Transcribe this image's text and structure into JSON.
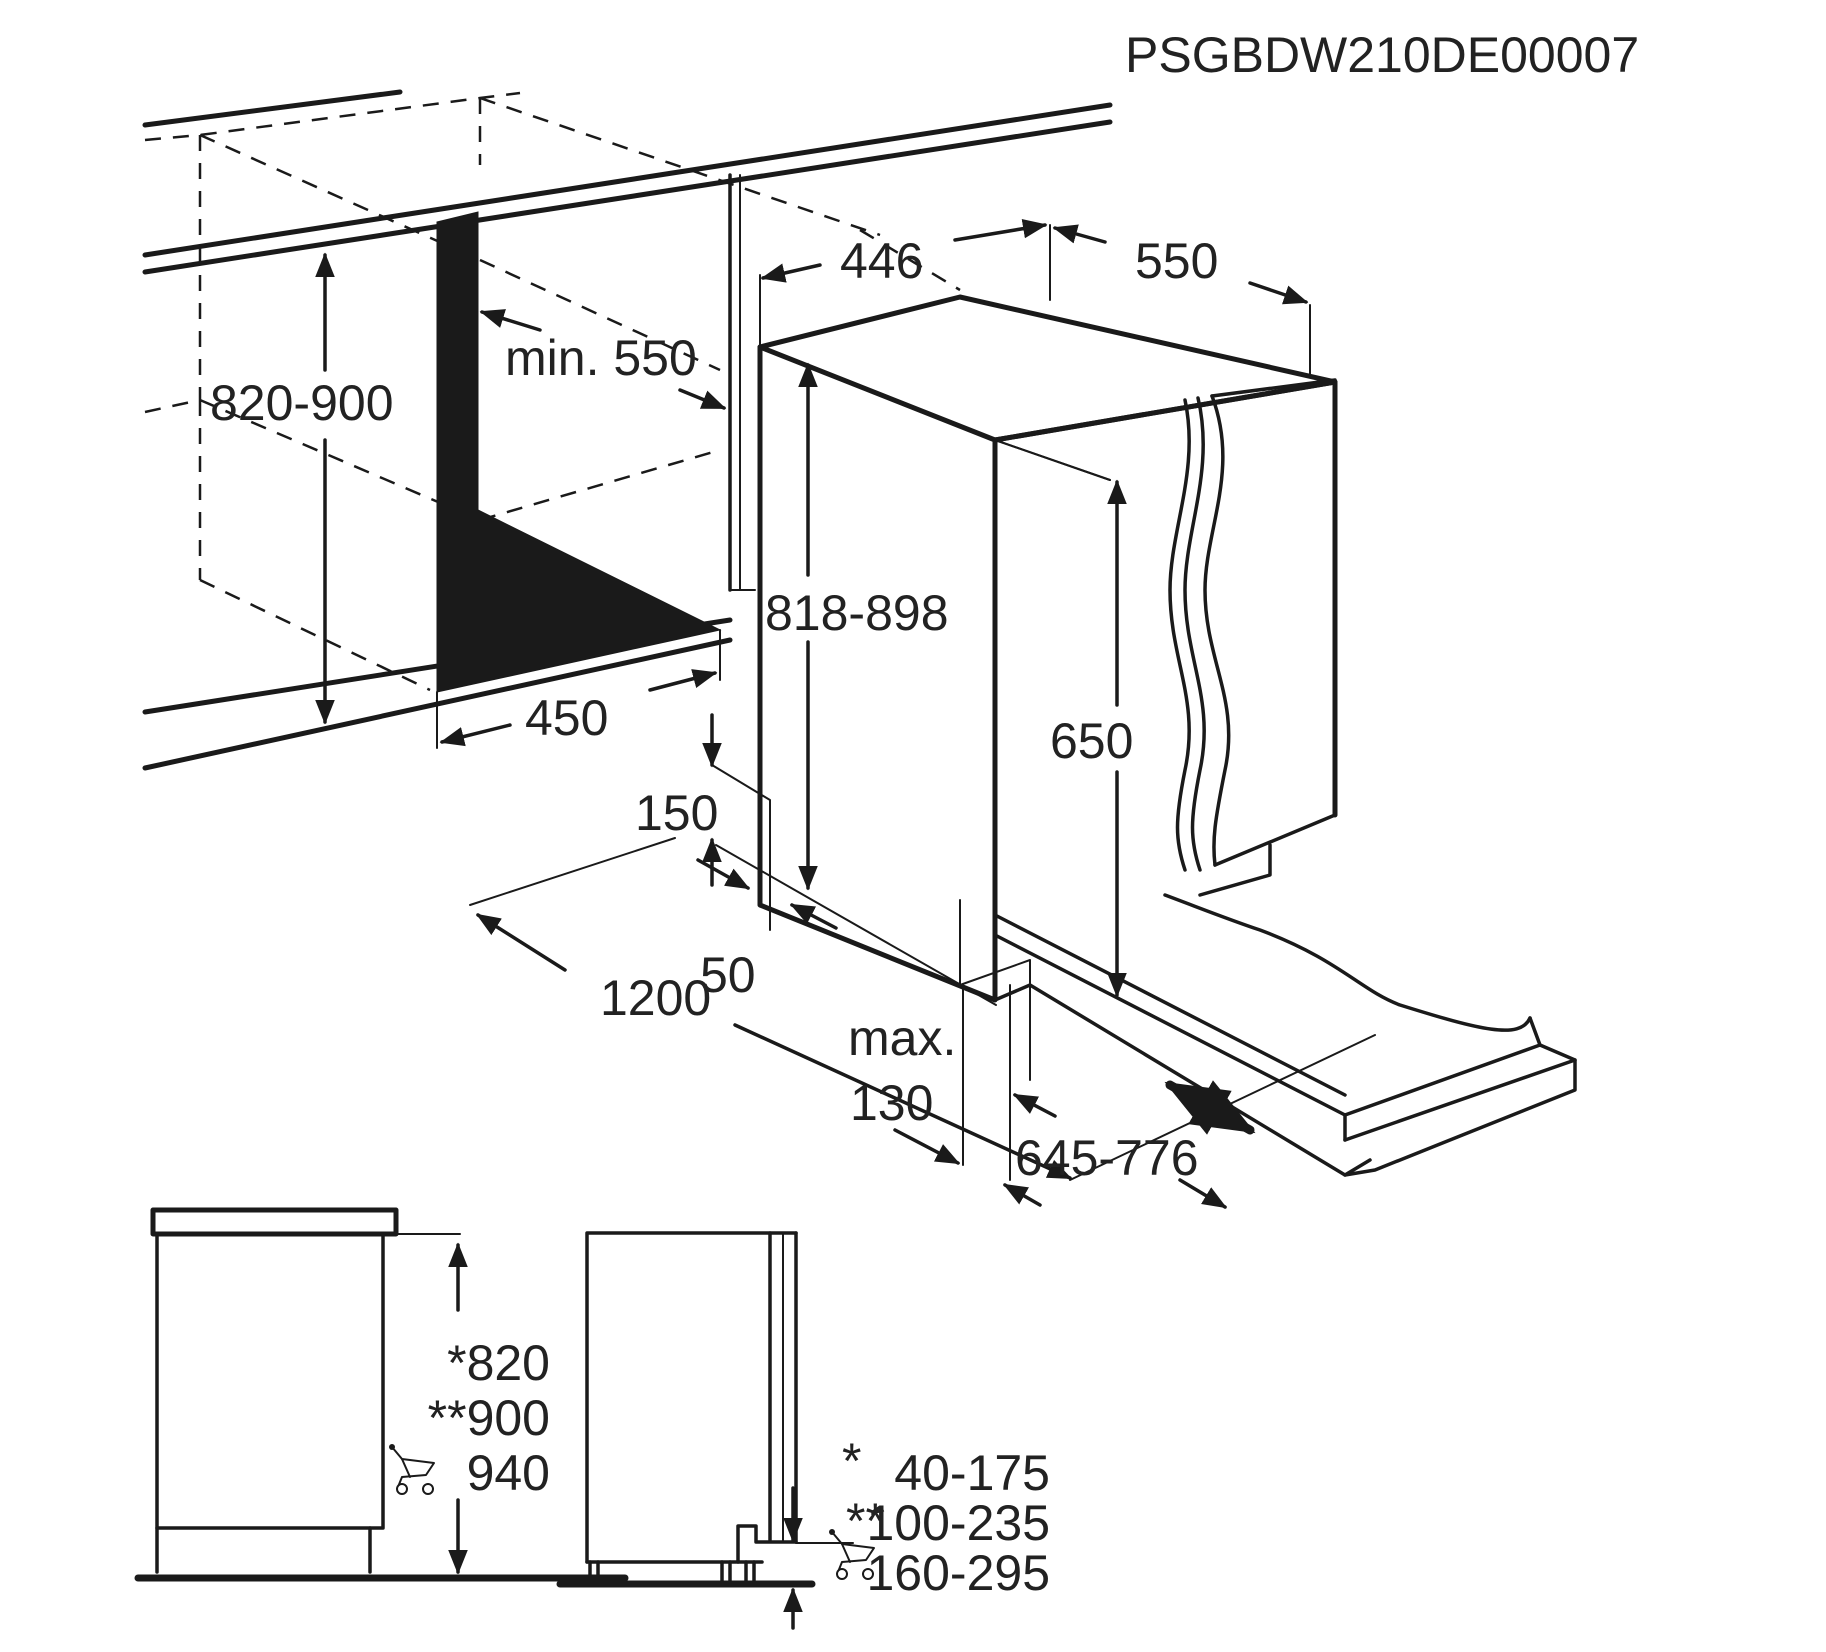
{
  "document": {
    "code": "PSGBDW210DE00007",
    "type": "dishwasher built-in installation dimensions diagram"
  },
  "main_view": {
    "niche_height": "820-900",
    "niche_depth": "min. 550",
    "niche_width": "450",
    "appliance_width": "446",
    "appliance_depth": "550",
    "appliance_height": "818-898",
    "door_height": "650",
    "plinth_height": "150",
    "plinth_depth": "50",
    "floor_length": "1200",
    "max_label": "max.",
    "max_value": "130",
    "door_open_clearance": "645-776"
  },
  "side_view_left": {
    "heights": [
      {
        "marker": "*",
        "value": "820"
      },
      {
        "marker": "**",
        "value": "900"
      },
      {
        "marker": "cart-icon",
        "value": "940"
      }
    ]
  },
  "side_view_right": {
    "plinth_ranges": [
      {
        "marker": "*",
        "value": "40-175"
      },
      {
        "marker": "**",
        "value": "100-235"
      },
      {
        "marker": "cart-icon",
        "value": "160-295"
      }
    ]
  },
  "colors": {
    "line": "#1a1a1a",
    "text": "#222222",
    "background": "#ffffff"
  }
}
